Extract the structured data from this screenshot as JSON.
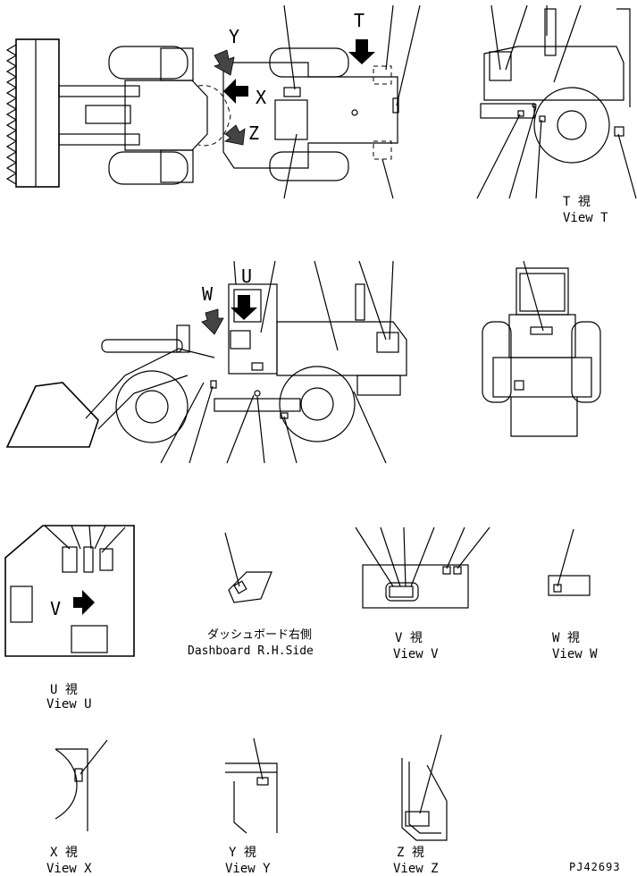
{
  "labels": {
    "view_letters": {
      "Y": "Y",
      "T": "T",
      "X": "X",
      "Z": "Z",
      "U": "U",
      "W": "W",
      "V": "V"
    },
    "view_t": {
      "jp": "T 視",
      "en": "View T"
    },
    "view_u": {
      "jp": "U 視",
      "en": "View U"
    },
    "view_v": {
      "jp": "V 視",
      "en": "View V"
    },
    "view_w": {
      "jp": "W 視",
      "en": "View W"
    },
    "view_x": {
      "jp": "X 視",
      "en": "View X"
    },
    "view_y": {
      "jp": "Y 視",
      "en": "View Y"
    },
    "view_z": {
      "jp": "Z 視",
      "en": "View Z"
    },
    "dashboard": {
      "jp": "ダッシュボード右側",
      "en": "Dashboard R.H.Side"
    },
    "part_number": "PJ42693"
  }
}
